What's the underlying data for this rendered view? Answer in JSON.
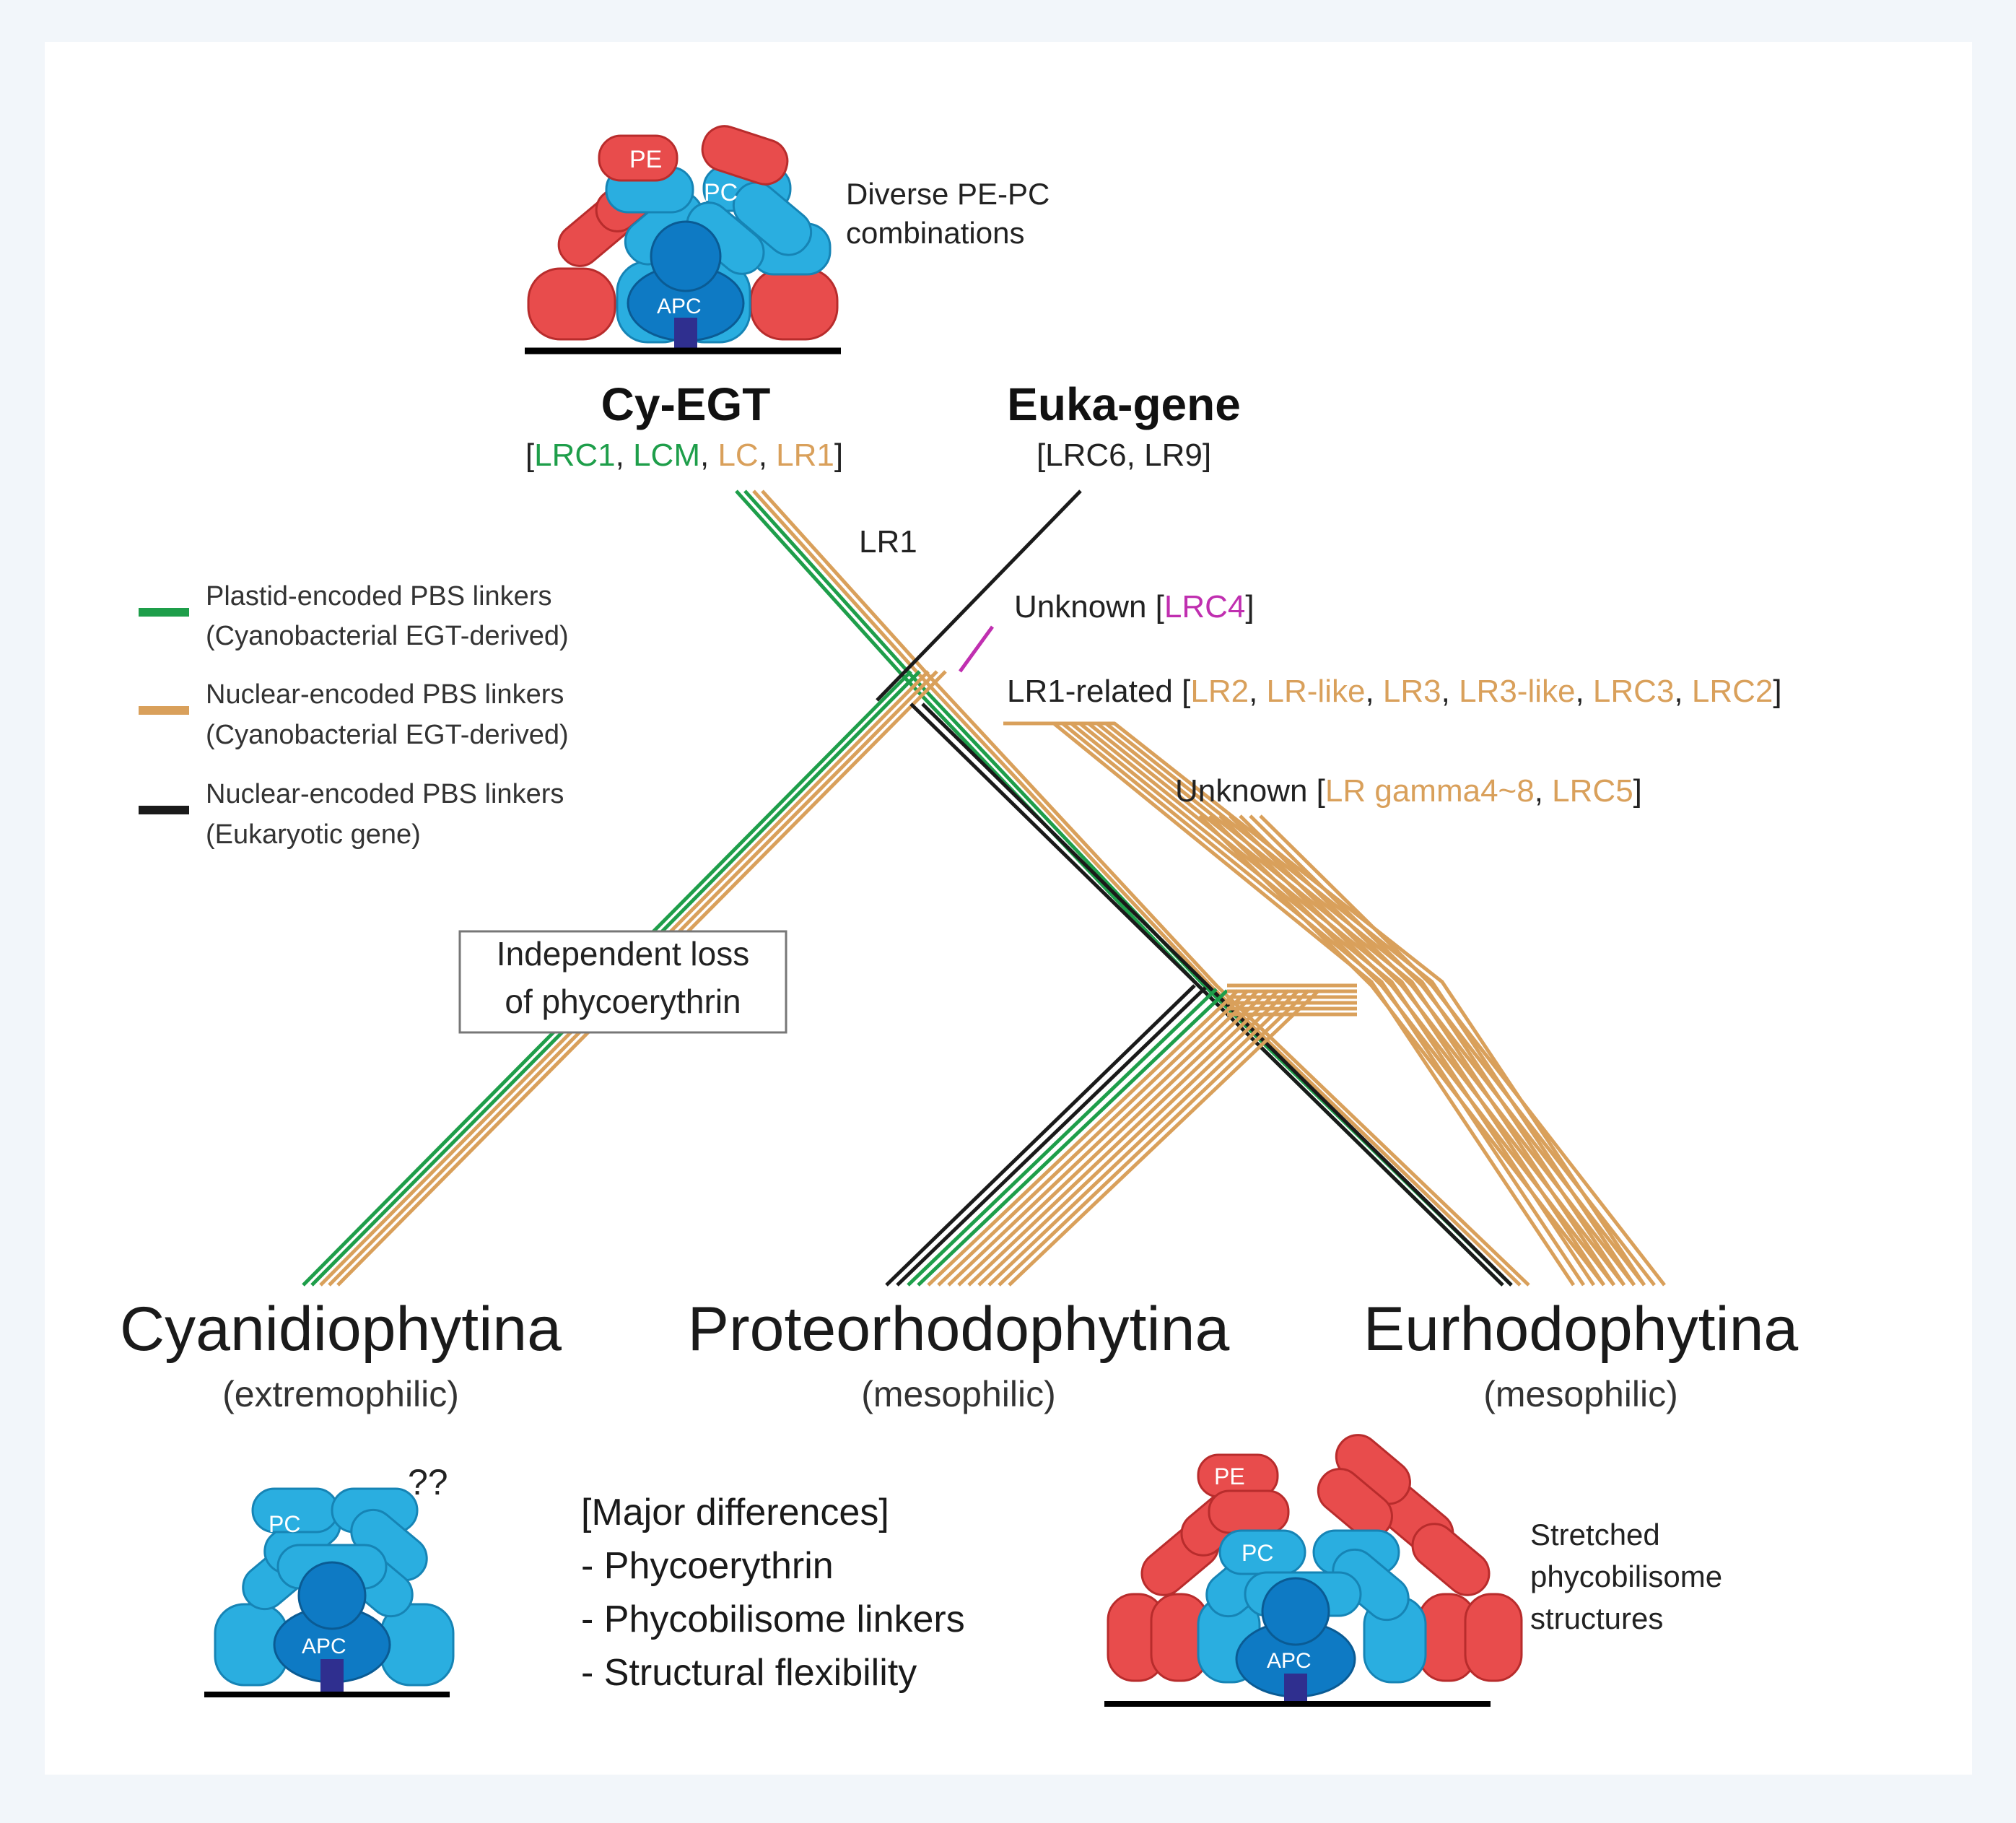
{
  "colors": {
    "plastid": "#1e9e4a",
    "nuclear_egt": "#d9a05b",
    "eukaryotic": "#1a1a1a",
    "unknown_lrc4": "#c02fb0",
    "pe": "#e84c4c",
    "pc": "#2aaee0",
    "apc": "#0e7ac4",
    "core_stalk": "#2f2f8f",
    "panel_bg": "#ffffff",
    "outer_bg": "#f2f6fa"
  },
  "top_structure": {
    "pe_label": "PE",
    "pc_label": "PC",
    "apc_label": "APC",
    "caption_line1": "Diverse PE-PC",
    "caption_line2": "combinations"
  },
  "origins": {
    "cy_egt": {
      "title": "Cy-EGT",
      "genes": [
        {
          "text": "LRC1",
          "color": "plastid"
        },
        {
          "text": "LCM",
          "color": "plastid"
        },
        {
          "text": "LC",
          "color": "nuclear_egt"
        },
        {
          "text": "LR1",
          "color": "nuclear_egt"
        }
      ]
    },
    "euka_gene": {
      "title": "Euka-gene",
      "genes_text": "[LRC6, LR9]"
    }
  },
  "annotations": {
    "lr1": "LR1",
    "unknown_lrc4": {
      "prefix": "Unknown [",
      "gene": "LRC4",
      "suffix": "]"
    },
    "lr1_related": {
      "prefix": "LR1-related [",
      "genes": [
        "LR2",
        "LR-like",
        "LR3",
        "LR3-like",
        "LRC3",
        "LRC2"
      ],
      "suffix": "]"
    },
    "unknown_gamma": {
      "prefix": "Unknown [",
      "genes": [
        "LR gamma4~8",
        "LRC5"
      ],
      "suffix": "]"
    },
    "loss_box_line1": "Independent loss",
    "loss_box_line2": "of phycoerythrin"
  },
  "legend": [
    {
      "color": "plastid",
      "line1": "Plastid-encoded PBS linkers",
      "line2": "(Cyanobacterial EGT-derived)"
    },
    {
      "color": "nuclear_egt",
      "line1": "Nuclear-encoded PBS linkers",
      "line2": "(Cyanobacterial EGT-derived)"
    },
    {
      "color": "eukaryotic",
      "line1": "Nuclear-encoded PBS linkers",
      "line2": "(Eukaryotic gene)"
    }
  ],
  "taxa": [
    {
      "name": "Cyanidiophytina",
      "habitat": "(extremophilic)"
    },
    {
      "name": "Proteorhodophytina",
      "habitat": "(mesophilic)"
    },
    {
      "name": "Eurhodophytina",
      "habitat": "(mesophilic)"
    }
  ],
  "bottom_left_structure": {
    "pc_label": "PC",
    "apc_label": "APC",
    "question": "??"
  },
  "differences": {
    "title": "[Major differences]",
    "items": [
      "- Phycoerythrin",
      "- Phycobilisome linkers",
      "- Structural flexibility"
    ]
  },
  "bottom_right_structure": {
    "pe_label": "PE",
    "pc_label": "PC",
    "apc_label": "APC",
    "caption_line1": "Stretched",
    "caption_line2": "phycobilisome",
    "caption_line3": "structures"
  }
}
